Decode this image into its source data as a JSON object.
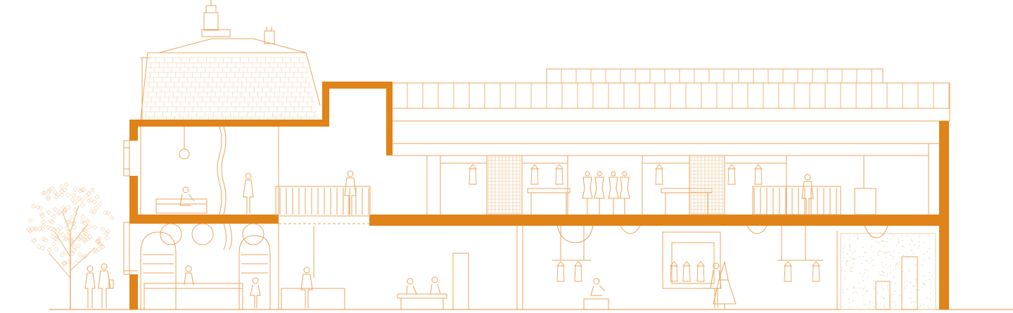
{
  "drawing": {
    "kind": "architectural-section",
    "labels": [],
    "colors": {
      "cut": "#E08318",
      "line": "#E9A55C",
      "fine": "#F1C592",
      "background": "#FFFFFF"
    },
    "elements": {
      "left_house": [
        "mansard-roof",
        "chimney",
        "dormer-window",
        "living-room",
        "pendant-lamp",
        "sofa",
        "stair-rail",
        "shop-counter",
        "shelving"
      ],
      "main_hall": [
        "skylight-roof",
        "mezzanine-balcony",
        "workshop-tables",
        "mannequins",
        "clothing-racks",
        "gallery-display",
        "lounge-seating"
      ],
      "site": [
        "street-tree",
        "pedestrians",
        "ground-line"
      ]
    },
    "figures_count": 14
  }
}
